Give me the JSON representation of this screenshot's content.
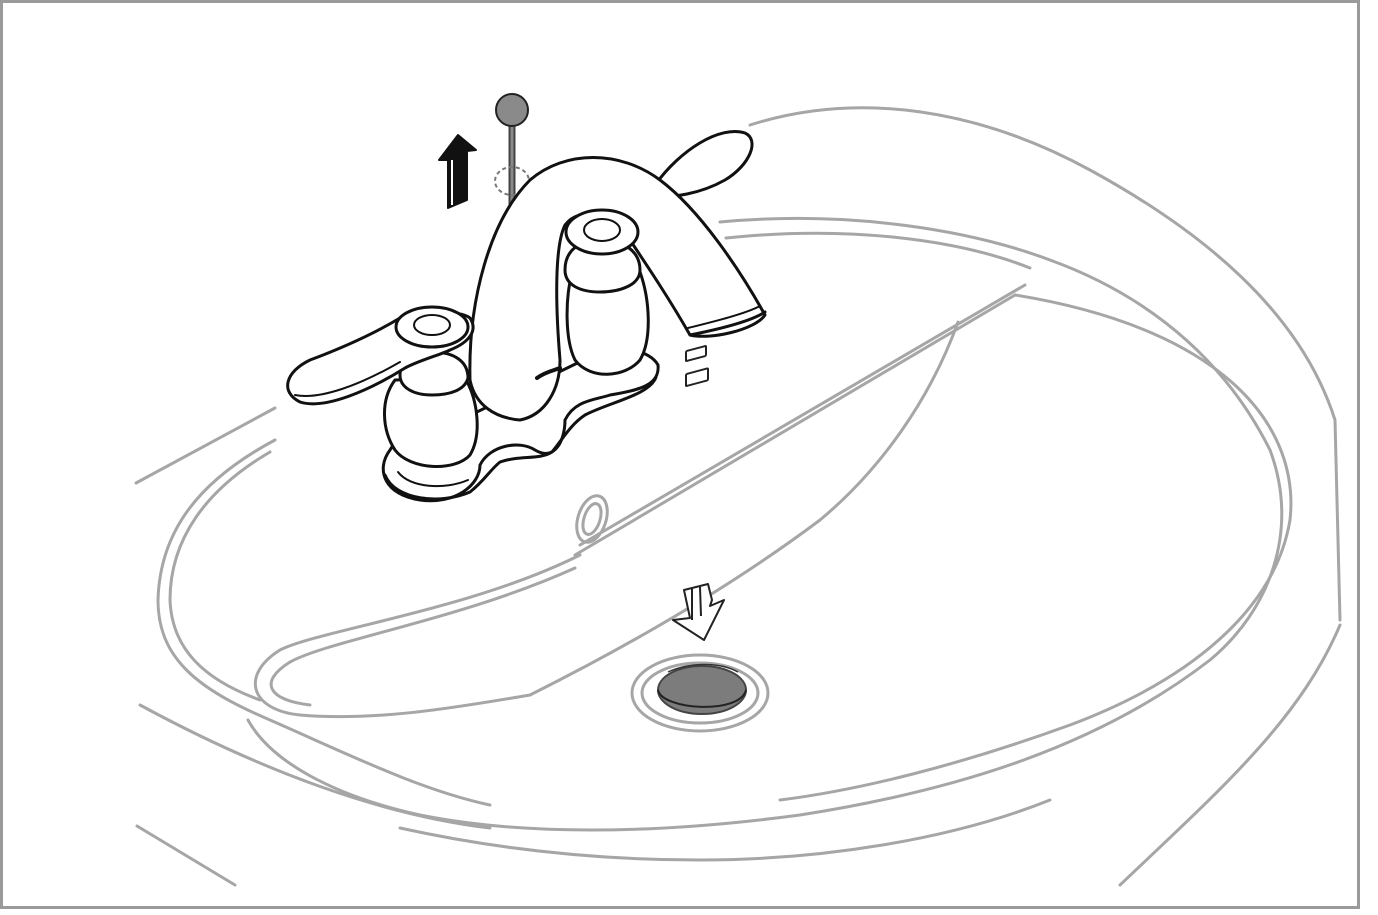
{
  "figure": {
    "description_text": "",
    "colors": {
      "frame": "#9a9a9a",
      "sink_line": "#a6a6a6",
      "fixture_outline": "#111111",
      "fixture_fill": "#ffffff",
      "drain_fill": "#7c7c7c",
      "lift_rod_knob": "#8a8a8a"
    },
    "elements": {
      "arrow_up_icon": "arrow-up",
      "arrow_down_icon": "arrow-down",
      "lift_rod": "pop-up-lift-rod",
      "drain": "pop-up-drain-stopper",
      "faucet": "two-handle-faucet"
    }
  }
}
